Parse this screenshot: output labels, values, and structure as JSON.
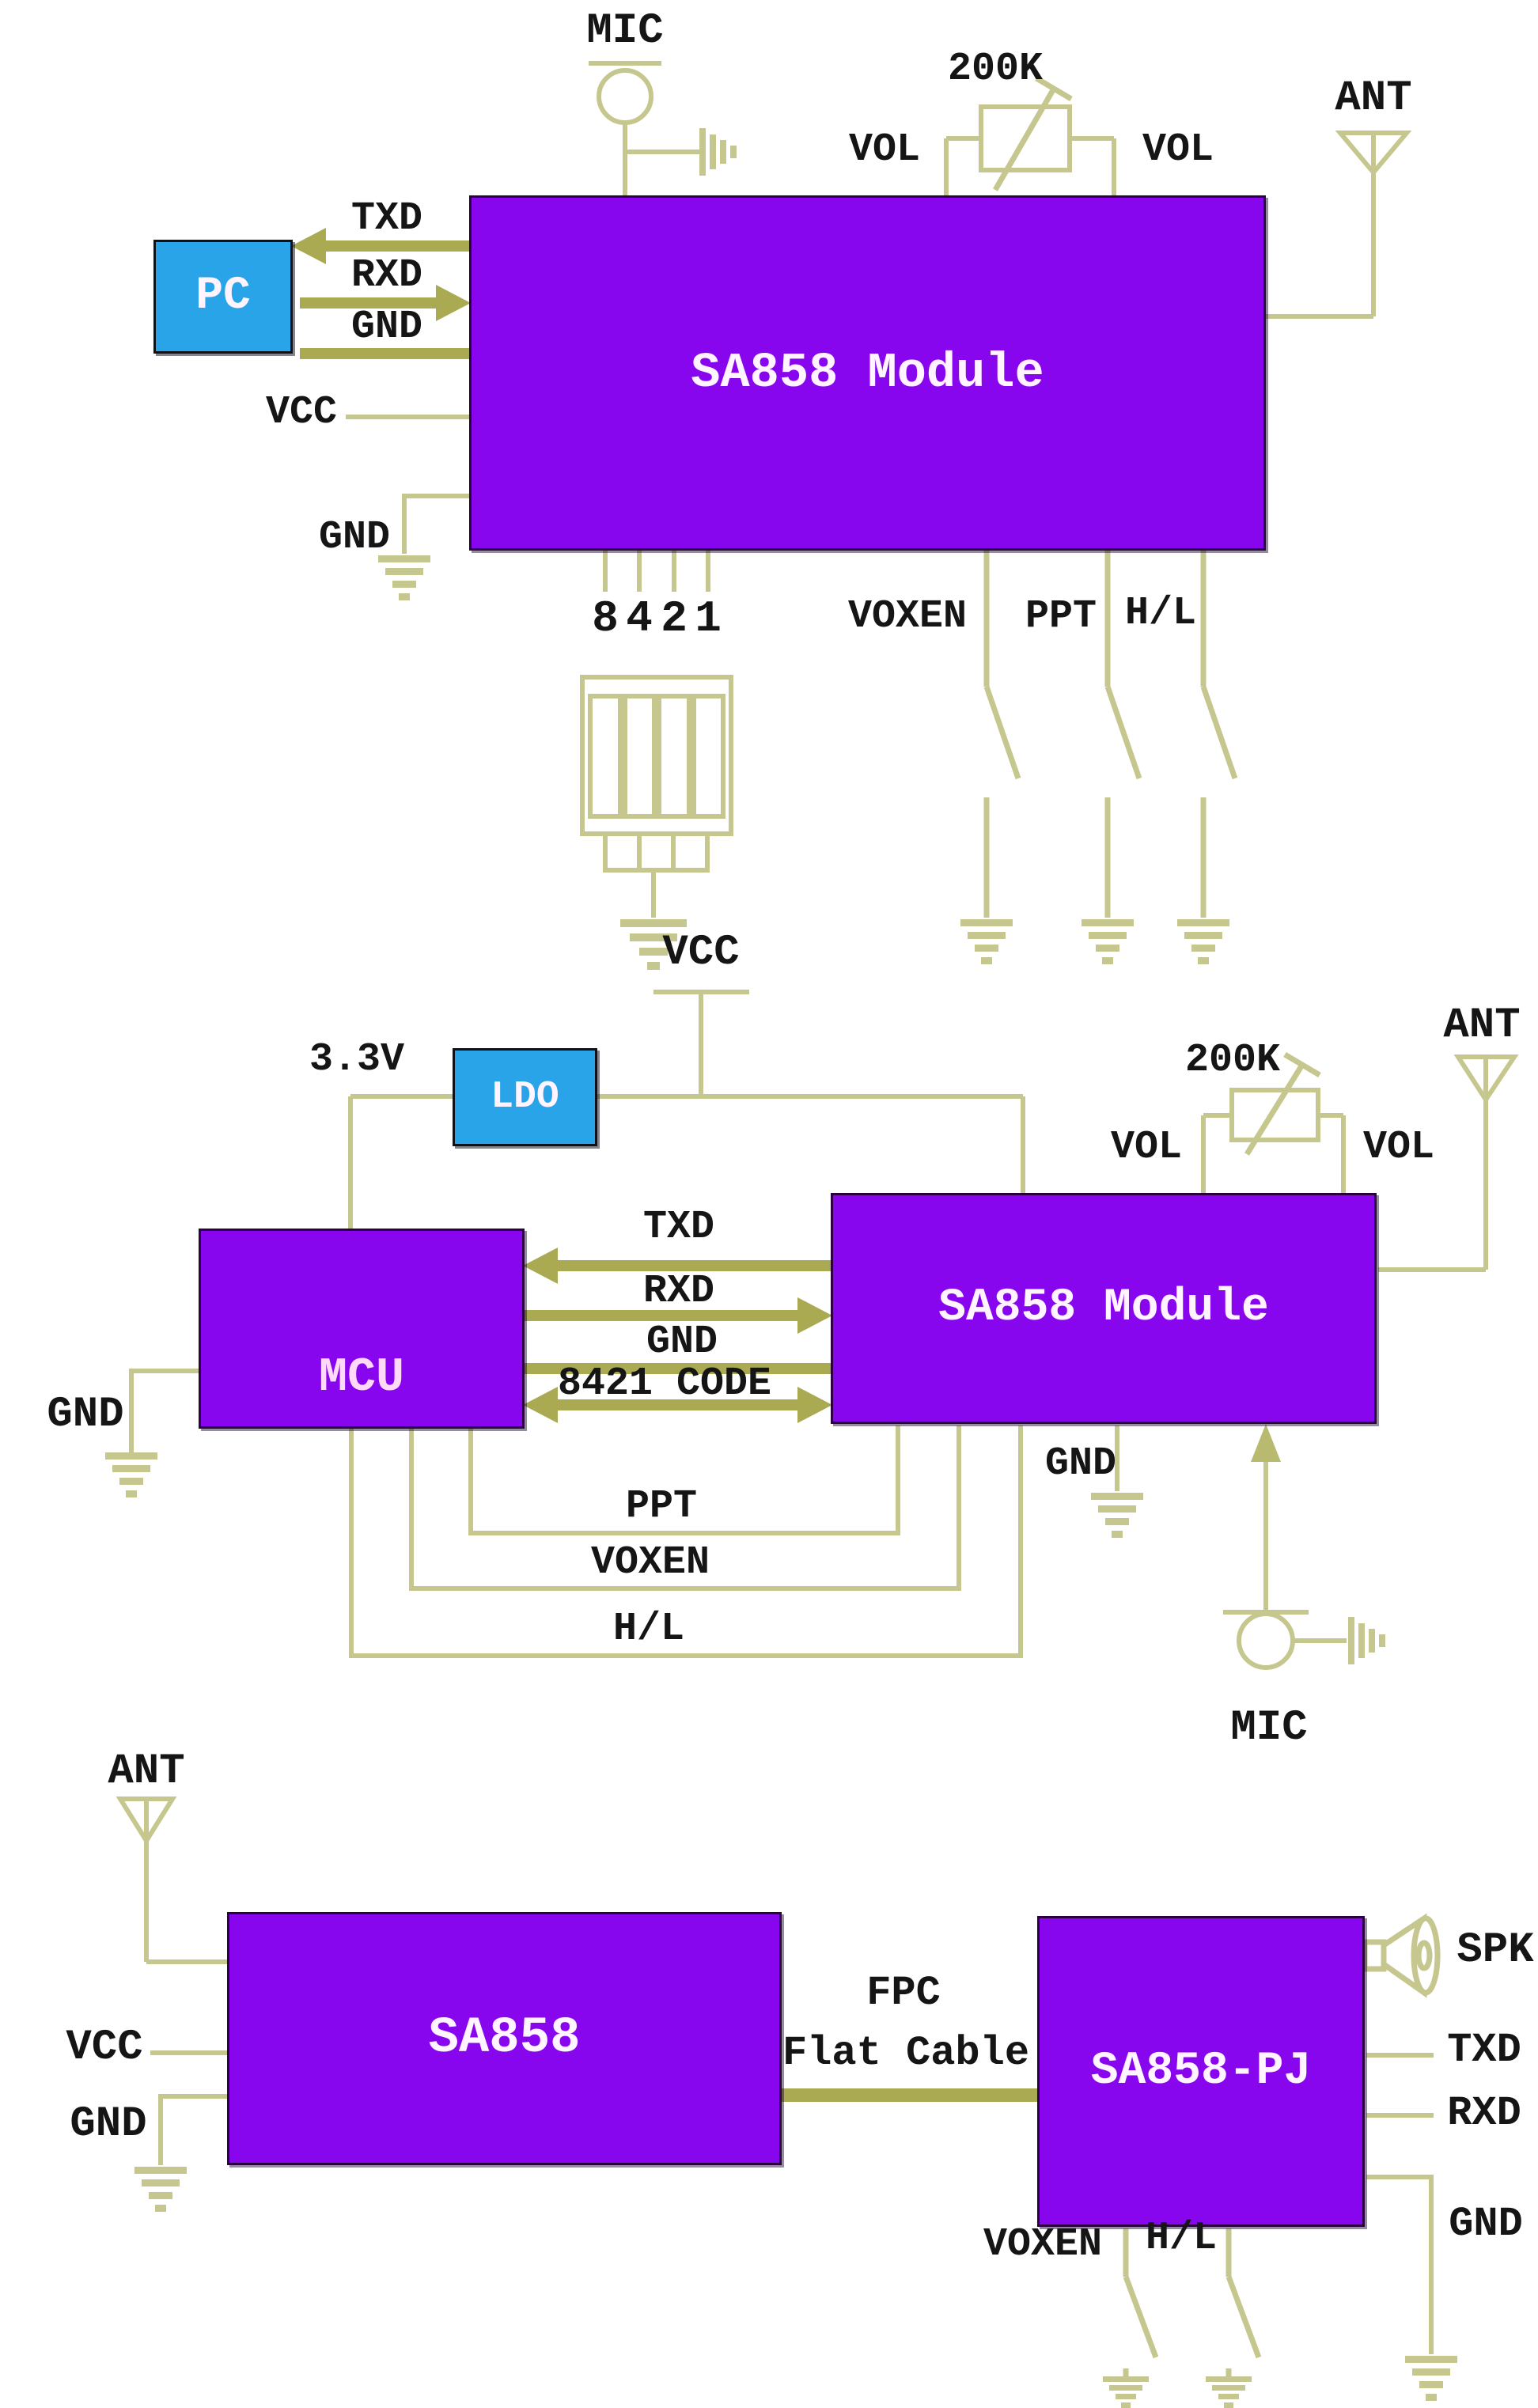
{
  "palette": {
    "module_fill": "#8806EE",
    "chip_fill": "#29A4E8",
    "wire": "#C5C78F",
    "bus": "#A9AA52",
    "label_text": "#151515",
    "box_text": "#FFF4FF"
  },
  "s1": {
    "mic": "MIC",
    "pot": "200K",
    "vol_l": "VOL",
    "vol_r": "VOL",
    "ant": "ANT",
    "txd": "TXD",
    "rxd": "RXD",
    "gnd": "GND",
    "vcc": "VCC",
    "gnd2": "GND",
    "module": "SA858 Module",
    "pc": "PC",
    "pin8": "8",
    "pin4": "4",
    "pin2": "2",
    "pin1": "1",
    "voxen": "VOXEN",
    "ppt": "PPT",
    "hl": "H/L"
  },
  "s2": {
    "vcc": "VCC",
    "v33": "3.3V",
    "ldo": "LDO",
    "pot": "200K",
    "vol_l": "VOL",
    "vol_r": "VOL",
    "ant": "ANT",
    "mcu": "MCU",
    "module": "SA858 Module",
    "txd": "TXD",
    "rxd": "RXD",
    "gnd": "GND",
    "code": "8421 CODE",
    "ppt": "PPT",
    "voxen": "VOXEN",
    "hl": "H/L",
    "gnd_left": "GND",
    "gnd_right": "GND",
    "mic": "MIC"
  },
  "s3": {
    "ant": "ANT",
    "vcc": "VCC",
    "gnd": "GND",
    "module_a": "SA858",
    "fpc": "FPC",
    "flat_cable": "Flat Cable",
    "module_b": "SA858-PJ",
    "spk": "SPK",
    "txd": "TXD",
    "rxd": "RXD",
    "gnd_right": "GND",
    "voxen": "VOXEN",
    "hl": "H/L"
  }
}
